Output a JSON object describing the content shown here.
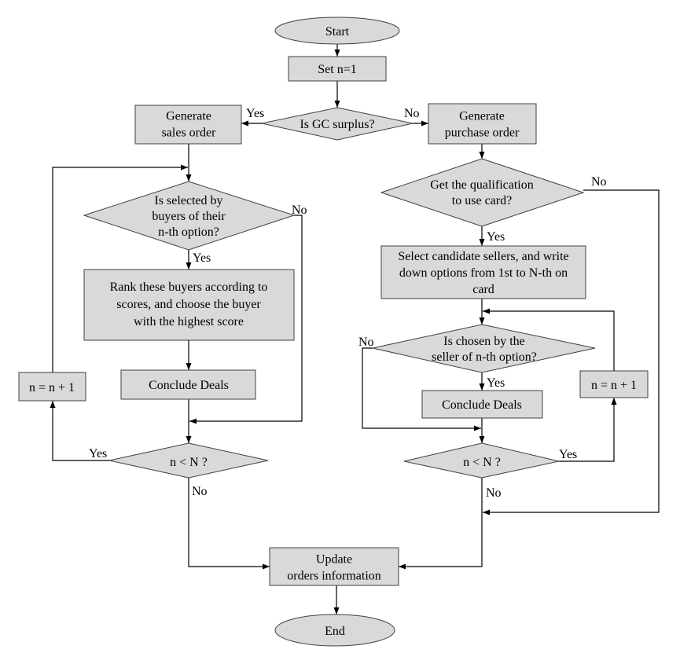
{
  "colors": {
    "node_fill": "#d9d9d9",
    "node_stroke": "#404040",
    "line": "#000000",
    "background": "#ffffff"
  },
  "nodes": {
    "start": {
      "lines": [
        "Start"
      ]
    },
    "set_n": {
      "lines": [
        "Set n=1"
      ]
    },
    "gc_surplus": {
      "lines": [
        "Is GC surplus?"
      ]
    },
    "gen_sales": {
      "lines": [
        "Generate",
        "sales order"
      ]
    },
    "gen_purchase": {
      "lines": [
        "Generate",
        "purchase order"
      ]
    },
    "selected_by_buyers": {
      "lines": [
        "Is selected by",
        "buyers of their",
        "n-th option?"
      ]
    },
    "rank_buyers": {
      "lines": [
        "Rank these buyers according to",
        "scores, and choose the buyer",
        "with the highest score"
      ]
    },
    "conclude_left": {
      "lines": [
        "Conclude Deals"
      ]
    },
    "n_incr_left": {
      "lines": [
        "n = n + 1"
      ]
    },
    "n_less_left": {
      "lines": [
        "n < N ?"
      ]
    },
    "qualification": {
      "lines": [
        "Get the qualification",
        "to use card?"
      ]
    },
    "select_sellers": {
      "lines": [
        "Select candidate sellers, and write",
        "down options from 1st  to N-th  on",
        "card"
      ]
    },
    "chosen_by_seller": {
      "lines": [
        "Is chosen by the",
        "seller of n-th option?"
      ]
    },
    "conclude_right": {
      "lines": [
        "Conclude Deals"
      ]
    },
    "n_incr_right": {
      "lines": [
        "n = n + 1"
      ]
    },
    "n_less_right": {
      "lines": [
        "n < N ?"
      ]
    },
    "update_orders": {
      "lines": [
        "Update",
        "orders information"
      ]
    },
    "end": {
      "lines": [
        "End"
      ]
    }
  },
  "edge_labels": {
    "gc_yes": "Yes",
    "gc_no": "No",
    "selected_no": "No",
    "selected_yes": "Yes",
    "left_loop_yes": "Yes",
    "left_loop_no": "No",
    "qual_no": "No",
    "qual_yes": "Yes",
    "chosen_no": "No",
    "chosen_yes": "Yes",
    "right_loop_yes": "Yes",
    "right_loop_no": "No"
  }
}
